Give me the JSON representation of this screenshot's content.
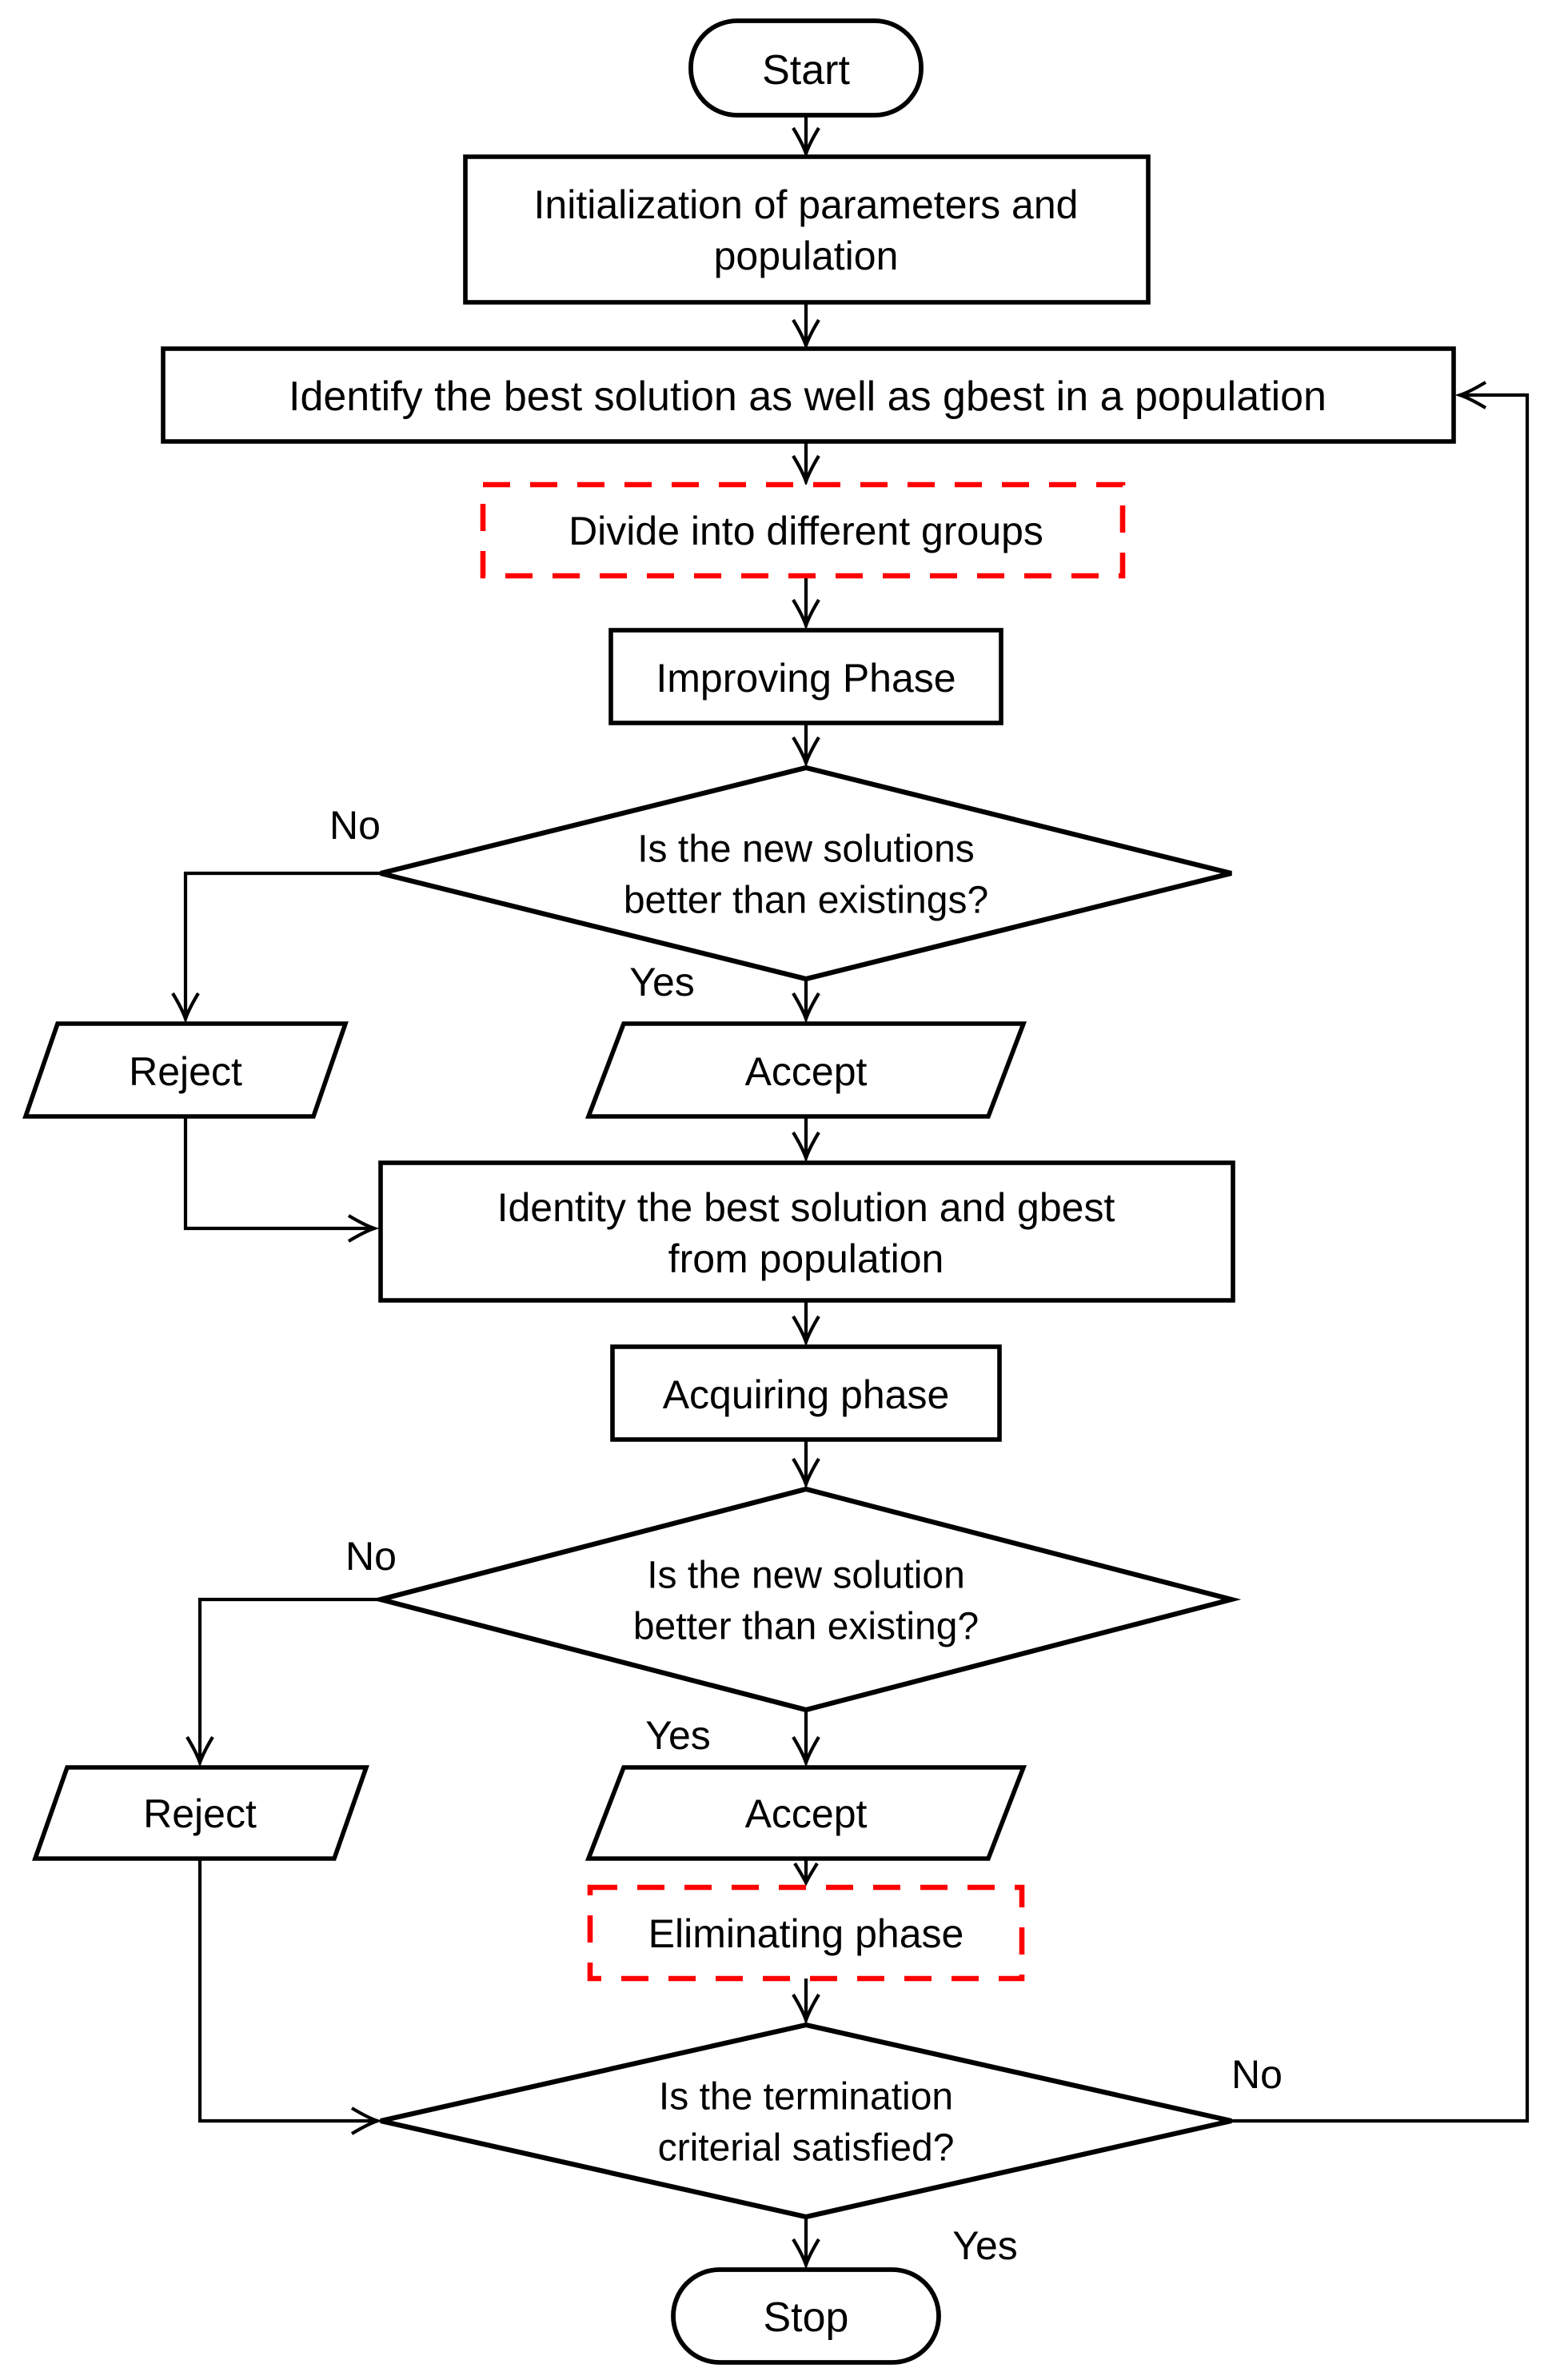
{
  "diagram": {
    "background": "#ffffff",
    "colors": {
      "line": "#000000",
      "text": "#000000",
      "highlight": "#fe0000"
    },
    "nodes": {
      "start": {
        "type": "terminator",
        "label": "Start"
      },
      "initialization": {
        "type": "process",
        "lines": [
          "Initialization of parameters and",
          "population"
        ]
      },
      "identify_best": {
        "type": "process",
        "label": "Identify the best solution as well as gbest in a population"
      },
      "divide_groups": {
        "type": "process-highlighted",
        "label": "Divide into different groups"
      },
      "improving_phase": {
        "type": "process",
        "label": "Improving Phase"
      },
      "decision_improving": {
        "type": "decision",
        "lines": [
          "Is the new solutions",
          "better than existings?"
        ]
      },
      "reject_improving": {
        "type": "data",
        "label": "Reject"
      },
      "accept_improving": {
        "type": "data",
        "label": "Accept"
      },
      "identity_best": {
        "type": "process",
        "lines": [
          "Identity the best solution and gbest",
          "from population"
        ]
      },
      "acquiring_phase": {
        "type": "process",
        "label": "Acquiring phase"
      },
      "decision_acquiring": {
        "type": "decision",
        "lines": [
          "Is the new solution",
          "better than existing?"
        ]
      },
      "reject_acquiring": {
        "type": "data",
        "label": "Reject"
      },
      "accept_acquiring": {
        "type": "data",
        "label": "Accept"
      },
      "eliminating_phase": {
        "type": "process-highlighted",
        "label": "Eliminating phase"
      },
      "decision_termination": {
        "type": "decision",
        "lines": [
          "Is the termination",
          "criterial satisfied?"
        ]
      },
      "stop": {
        "type": "terminator",
        "label": "Stop"
      }
    },
    "edge_labels": {
      "improving_no": "No",
      "improving_yes": "Yes",
      "acquiring_no": "No",
      "acquiring_yes": "Yes",
      "termination_no": "No",
      "termination_yes": "Yes"
    }
  }
}
